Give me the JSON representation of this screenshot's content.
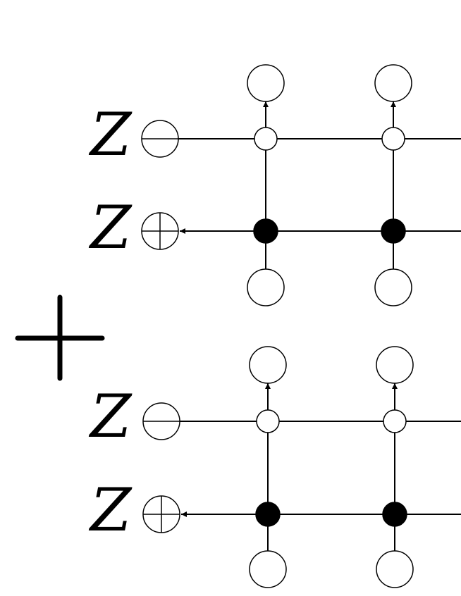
{
  "diagram": {
    "terms": [
      {
        "row_labels": [
          "Z",
          "Z"
        ],
        "row_terminals": [
          "minus",
          "plus"
        ]
      },
      {
        "row_labels": [
          "Z",
          "Z"
        ],
        "row_terminals": [
          "minus",
          "plus"
        ]
      }
    ],
    "operator": "plus",
    "colors": {
      "stroke": "#000000",
      "fill_open": "#ffffff",
      "fill_solid": "#000000"
    }
  }
}
